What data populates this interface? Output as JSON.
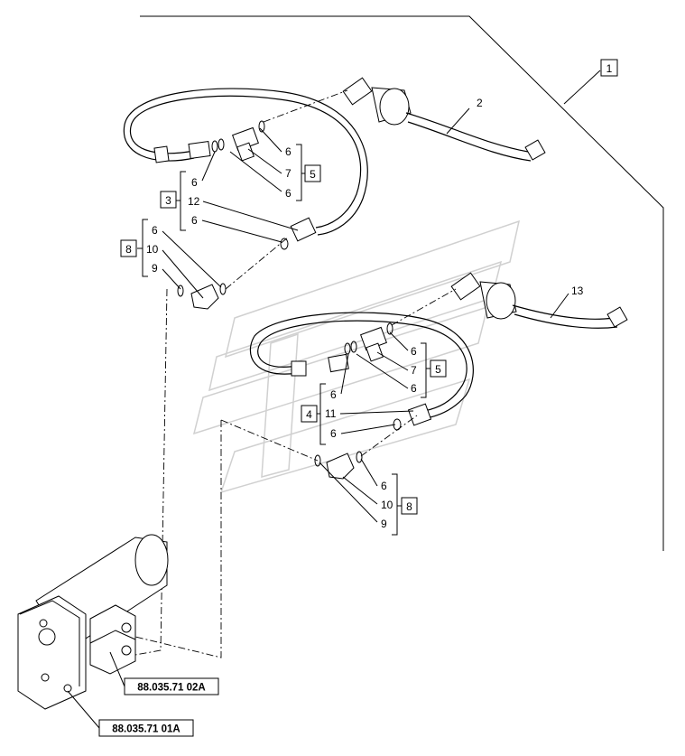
{
  "callouts": {
    "c1": "1",
    "c2": "2",
    "c13": "13",
    "upper_fitting": {
      "box": "5",
      "a": "6",
      "b": "7",
      "c": "6"
    },
    "upper_hose": {
      "box": "3",
      "a": "6",
      "b": "12",
      "c": "6"
    },
    "upper_elbow": {
      "box": "8",
      "a": "6",
      "b": "10",
      "c": "9"
    },
    "lower_fitting": {
      "box": "5",
      "a": "6",
      "b": "7",
      "c": "6"
    },
    "lower_hose": {
      "box": "4",
      "a": "6",
      "b": "11",
      "c": "6"
    },
    "lower_elbow": {
      "box": "8",
      "a": "6",
      "b": "10",
      "c": "9"
    }
  },
  "refs": {
    "r1": "88.035.71 02A",
    "r2": "88.035.71 01A"
  }
}
